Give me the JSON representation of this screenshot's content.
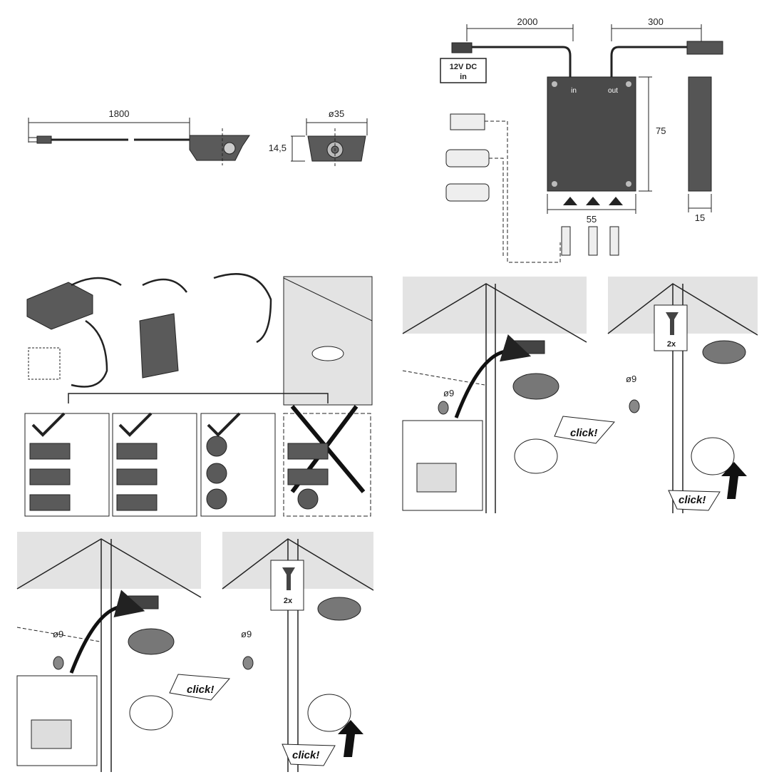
{
  "sensor": {
    "cable_length": "1800",
    "diameter": "ø35",
    "height": "14,5"
  },
  "controller": {
    "in_cable_length": "2000",
    "out_cable_length": "300",
    "input_label_line1": "12V DC",
    "input_label_line2": "in",
    "port_in": "in",
    "port_out": "out",
    "height": "75",
    "width": "55",
    "depth": "15"
  },
  "install_steps": [
    {
      "hole_diameter": "ø9",
      "click_text": "click!"
    },
    {
      "hole_diameter": "ø9",
      "screw_count": "2x",
      "click_text": "click!"
    },
    {
      "hole_diameter": "ø9",
      "click_text": "click!"
    },
    {
      "hole_diameter": "ø9",
      "screw_count": "2x",
      "click_text": "click!"
    }
  ],
  "colors": {
    "device_dark": "#4a4a4a",
    "line": "#222222",
    "panel_grey": "#e3e3e3"
  }
}
